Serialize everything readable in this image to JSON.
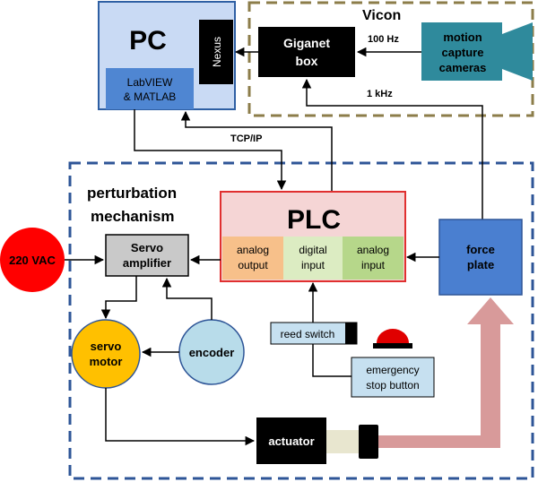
{
  "vicon": {
    "label": "Vicon"
  },
  "pc": {
    "title": "PC",
    "nexus": "Nexus",
    "software_line1": "LabVIEW",
    "software_line2": "& MATLAB"
  },
  "giganet": {
    "line1": "Giganet",
    "line2": "box"
  },
  "cameras": {
    "line1": "motion",
    "line2": "capture",
    "line3": "cameras"
  },
  "links": {
    "rate_100": "100 Hz",
    "rate_1k": "1 kHz",
    "tcpip": "TCP/IP"
  },
  "perturbation": {
    "line1": "perturbation",
    "line2": "mechanism"
  },
  "plc": {
    "title": "PLC",
    "analog_output_line1": "analog",
    "analog_output_line2": "output",
    "digital_input_line1": "digital",
    "digital_input_line2": "input",
    "analog_input_line1": "analog",
    "analog_input_line2": "input"
  },
  "power": {
    "label": "220 VAC"
  },
  "servo_amp": {
    "line1": "Servo",
    "line2": "amplifier"
  },
  "servo_motor": {
    "line1": "servo",
    "line2": "motor"
  },
  "encoder": {
    "label": "encoder"
  },
  "force_plate": {
    "line1": "force",
    "line2": "plate"
  },
  "reed_switch": {
    "label": "reed switch"
  },
  "estop": {
    "line1": "emergency",
    "line2": "stop button"
  },
  "actuator": {
    "label": "actuator"
  },
  "colors": {
    "vicon_border": "#8c7d4a",
    "mechanism_border": "#2e5597",
    "pc_fill": "#c9daf4",
    "pc_border": "#2e5fa3",
    "software_fill": "#4f86d2",
    "plc_fill": "#f5d5d5",
    "plc_border": "#e03030",
    "analog_output_fill": "#f7c08a",
    "digital_input_fill": "#dcecc2",
    "analog_input_fill": "#b6d78a",
    "camera_fill": "#2f8a9c",
    "power_fill": "#ff0000",
    "motor_fill": "#ffc000",
    "encoder_fill": "#b8dcea",
    "force_plate_fill": "#4a7fd0",
    "small_box_fill": "#c6e0f0",
    "arrow_pink": "#d89a9a"
  }
}
